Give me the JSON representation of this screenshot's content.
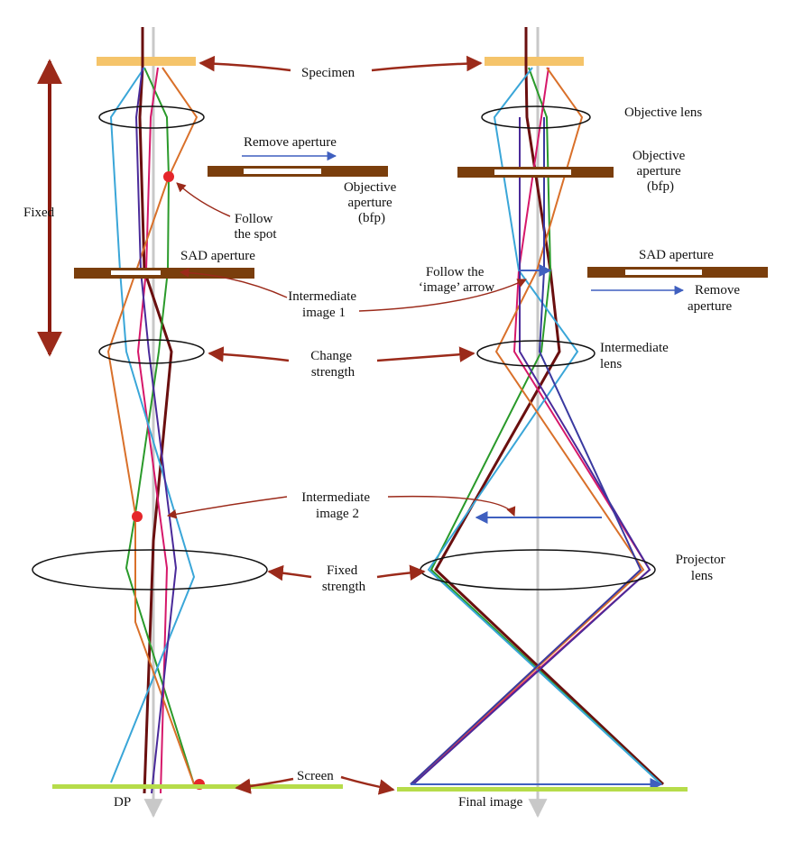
{
  "labels": {
    "specimen": "Specimen",
    "objective_lens": "Objective lens",
    "remove_aperture_top": "Remove aperture",
    "objective_aperture_left": [
      "Objective",
      "aperture",
      "(bfp)"
    ],
    "objective_aperture_right": [
      "Objective",
      "aperture",
      "(bfp)"
    ],
    "fixed": "Fixed",
    "follow_spot": [
      "Follow",
      "the spot"
    ],
    "sad_aperture_left": "SAD aperture",
    "sad_aperture_right": "SAD aperture",
    "follow_image": [
      "Follow the",
      "‘image’ arrow"
    ],
    "intermediate_image_1": [
      "Intermediate",
      "image 1"
    ],
    "remove_aperture_right": [
      "Remove",
      "aperture"
    ],
    "change_strength": [
      "Change",
      "strength"
    ],
    "intermediate_lens": [
      "Intermediate",
      "lens"
    ],
    "intermediate_image_2": [
      "Intermediate",
      "image 2"
    ],
    "fixed_strength": [
      "Fixed",
      "strength"
    ],
    "projector_lens": [
      "Projector",
      "lens"
    ],
    "screen": "Screen",
    "dp": "DP",
    "final_image": "Final image"
  },
  "colors": {
    "specimen": "#f5c46a",
    "aperture": "#7a3e0c",
    "screen": "#b6dc4a",
    "pointer_arrow": "#9b2a1a",
    "spot": "#e5262b",
    "axis": "#c8c8c8",
    "image_arrow": "#3f5fbf",
    "rays": [
      "#6a0f0f",
      "#2a9a2a",
      "#d6186a",
      "#3aa6d8",
      "#d9702a",
      "#4a2a9a"
    ]
  }
}
